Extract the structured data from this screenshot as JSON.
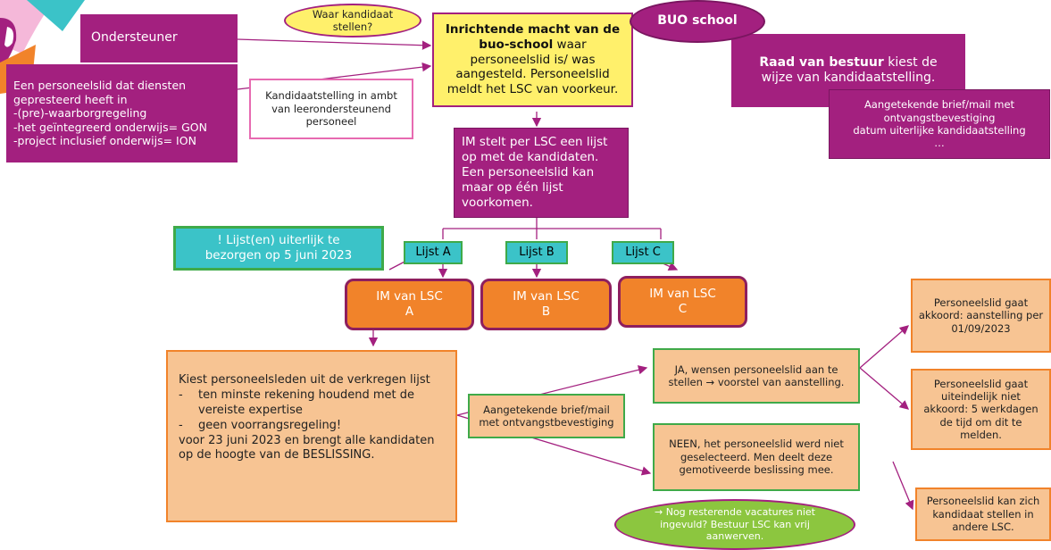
{
  "colors": {
    "magenta": "#a3207f",
    "orange": "#f1832a",
    "peach": "#f7c493",
    "yellow": "#fff06b",
    "teal": "#3bc3c8",
    "green": "#8cc63f",
    "pink_border": "#e76ab1"
  },
  "icons": [
    "arrow-right-icon"
  ],
  "nodes": {
    "waar_kandidaat": "Waar kandidaat stellen?",
    "ondersteuner": "Ondersteuner",
    "personeelslid_diensten": [
      "Een personeelslid dat diensten gepresteerd heeft in",
      "-(pre)-waarborgregeling",
      "-het geïntegreerd onderwijs= GON",
      "-project inclusief onderwijs= ION"
    ],
    "kandidaatstelling_ambt": "Kandidaatstelling in ambt van leerondersteunend personeel",
    "inrichtende_macht": {
      "bold1": "Inrichtende macht van de buo-school",
      "text1": " waar personeelslid is/ was aangesteld. Personeelslid meldt het LSC van voorkeur."
    },
    "buo_school": "BUO school",
    "raad_van_bestuur": {
      "bold": "Raad van bestuur",
      "text": " kiest de wijze van kandidaatstelling."
    },
    "aangetekende_brief_top": [
      "Aangetekende brief/mail met ontvangstbevestiging",
      "datum uiterlijke kandidaatstelling",
      "…"
    ],
    "im_stelt_lijst": "IM stelt per LSC een lijst op met de kandidaten. Een personeelslid kan maar op één lijst voorkomen.",
    "lijst_uiterlijk": "! Lijst(en) uiterlijk te bezorgen op 5 juni 2023",
    "lijsten": [
      "Lijst A",
      "Lijst B",
      "Lijst C"
    ],
    "im_lsc": [
      "IM van LSC A",
      "IM van LSC B",
      "IM van LSC C"
    ],
    "kiest": {
      "intro": "Kiest personeelsleden uit de verkregen lijst",
      "bullets": [
        "ten minste rekening houdend met de vereiste expertise",
        "geen voorrangsregeling!"
      ],
      "outro": "voor 23 juni 2023 en brengt alle kandidaten op de hoogte van de BESLISSING."
    },
    "aangetekende_brief_mid": "Aangetekende brief/mail met ontvangstbevestiging",
    "ja": "JA, wensen personeelslid aan te stellen → voorstel van aanstelling.",
    "neen": "NEEN, het personeelslid werd niet geselecteerd. Men deelt deze gemotiveerde beslissing mee.",
    "nog_resterende": "→ Nog resterende vacatures niet ingevuld? Bestuur LSC kan vrij aanwerven.",
    "gaat_akkoord": "Personeelslid gaat akkoord: aanstelling per 01/09/2023",
    "niet_akkoord": "Personeelslid gaat uiteindelijk niet akkoord: 5 werkdagen de tijd om dit te melden.",
    "kan_zich": "Personeelslid kan zich kandidaat stellen in andere LSC."
  }
}
